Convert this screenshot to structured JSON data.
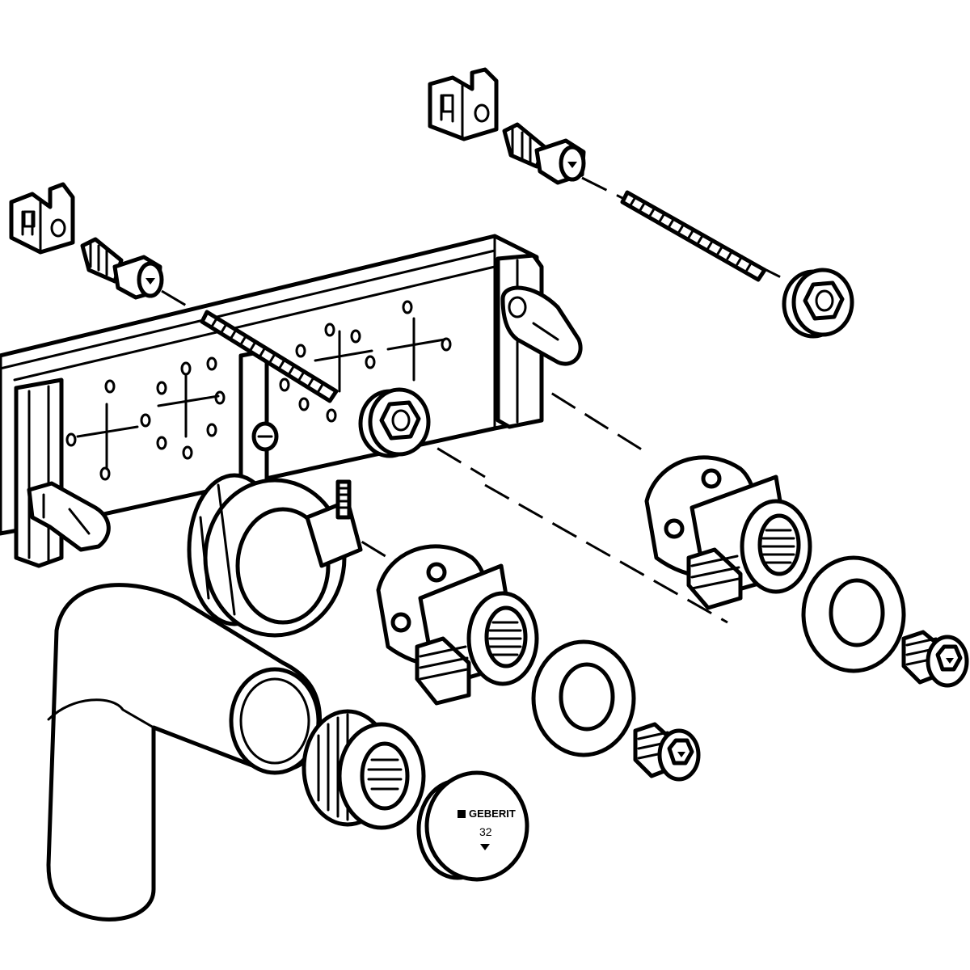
{
  "figure": {
    "type": "exploded assembly drawing",
    "cap_brand": "GEBERIT",
    "cap_size": "32"
  },
  "icons": {
    "brand_mark": "geberit-logo-square",
    "cap_arrow": "arrow-icon"
  },
  "colors": {
    "line": "#000000",
    "background": "#ffffff"
  }
}
